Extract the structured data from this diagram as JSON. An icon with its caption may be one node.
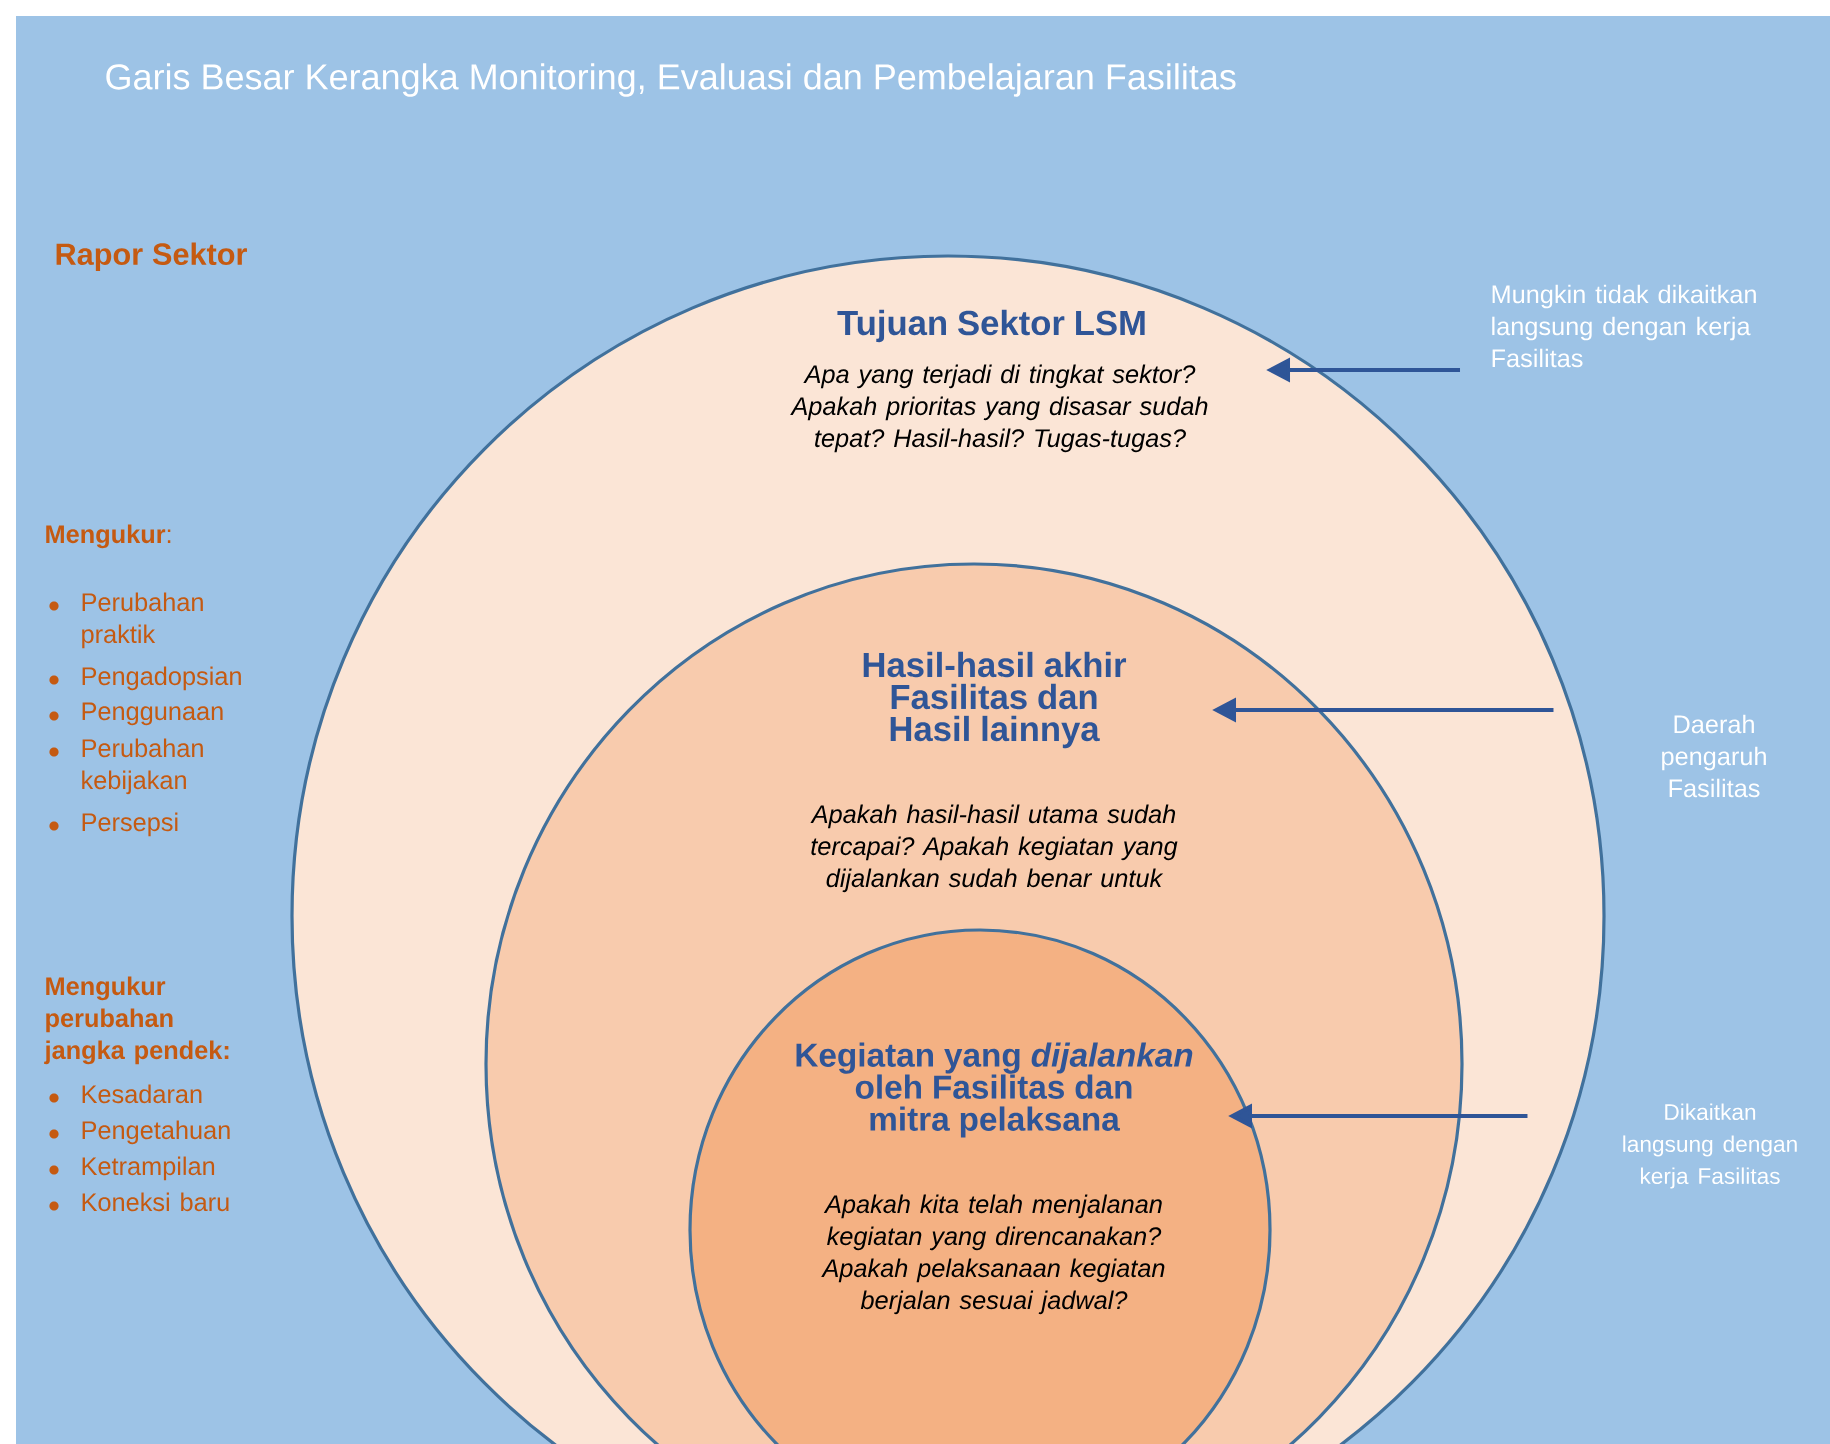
{
  "diagram": {
    "title": "Garis Besar Kerangka Monitoring, Evaluasi dan Pembelajaran Fasilitas",
    "nodes": [
      {
        "text": [
          "Tujuan Sektor LSM",
          "Apa yang terjadi di tingkat sektor? Apakah prioritas yang disasar sudah tepat? Hasil-hasil? Tugas-tugas?"
        ]
      },
      {
        "text": [
          "Hasil-hasil akhir Fasilitas dan Hasil lainnya",
          "Apakah hasil-hasil utama sudah tercapai? Apakah kegiatan yang dijalankan sudah benar untuk"
        ],
        "in": 0
      },
      {
        "text": [
          "Kegiatan yang *dijalankan* oleh Fasilitas dan mitra pelaksana",
          "Apakah kita telah menjalanan kegiatan yang direncanakan? Apakah pelaksanaan kegiatan berjalan sesuai jadwal?"
        ],
        "in": 1
      },
      {
        "text": [
          "Mungkin tidak dikaitkan langsung dengan kerja Fasilitas"
        ]
      },
      {
        "text": [
          "Daerah pengaruh Fasilitas"
        ]
      },
      {
        "text": [
          "Dikaitkan langsung dengan kerja Fasilitas"
        ]
      }
    ],
    "edges": [
      {
        "from": 3,
        "to": 0,
        "arrow": "to"
      },
      {
        "from": 4,
        "to": 1,
        "arrow": "to"
      },
      {
        "from": 5,
        "to": 2,
        "arrow": "to"
      }
    ],
    "labels": [
      "Rapor Sektor",
      "**Mengukur**:",
      "Perubahan praktik",
      "Pengadopsian",
      "Penggunaan",
      "Perubahan kebijakan",
      "Persepsi",
      "Mengukur perubahan jangka pendek:",
      "Kesadaran",
      "Pengetahuan",
      "Ketrampilan",
      "Koneksi baru"
    ]
  }
}
